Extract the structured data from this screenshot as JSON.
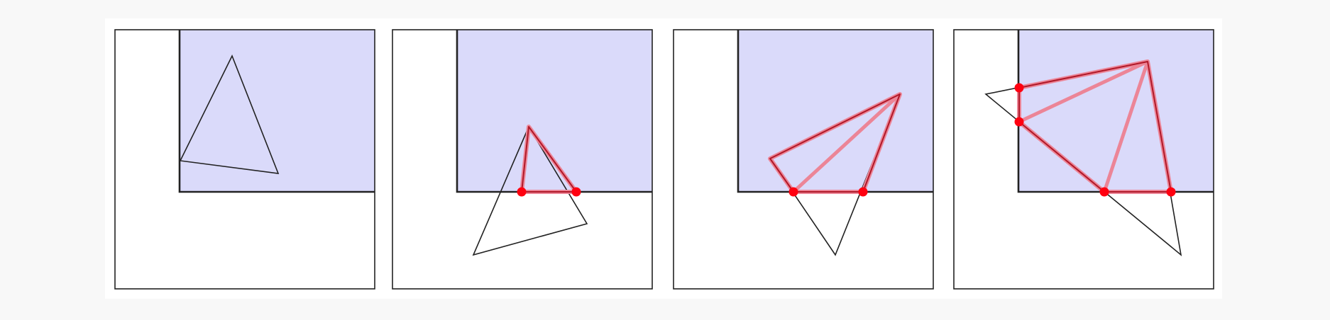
{
  "colors": {
    "page_background": "#f8f8f8",
    "figure_background": "#ffffff",
    "region_fill": "#dadafa",
    "outline": "#222222",
    "clip_stroke": "#b01828",
    "fan_stroke": "#ec8597",
    "intersection_point": "#ff0010"
  },
  "panels": [
    {
      "name": "panel-1",
      "stage": "input-triangle",
      "intersection_points": 0,
      "fan_diagonals": 0
    },
    {
      "name": "panel-2",
      "stage": "one-vertex-inside",
      "intersection_points": 2,
      "fan_diagonals": 0
    },
    {
      "name": "panel-3",
      "stage": "two-vertices-inside",
      "intersection_points": 2,
      "fan_diagonals": 1
    },
    {
      "name": "panel-4",
      "stage": "pentagon-clip",
      "intersection_points": 4,
      "fan_diagonals": 2
    }
  ]
}
